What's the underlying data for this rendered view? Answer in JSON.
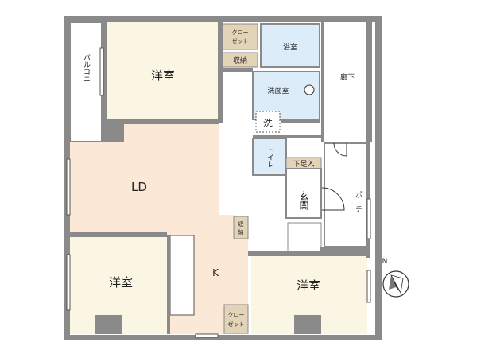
{
  "rooms": {
    "bedroom_top": "洋室",
    "bedroom_left": "洋室",
    "bedroom_right": "洋室",
    "ld": "LD",
    "kitchen": "K",
    "bathroom": "浴室",
    "washroom": "洗面室",
    "washer": "洗",
    "toilet": "トイレ",
    "shoe_closet": "下足入",
    "entrance": "玄関",
    "porch": "ポーチ",
    "corridor": "廊下",
    "balcony": "バルコニー"
  },
  "storage": {
    "closet_top_1": "クロー",
    "closet_top_2": "ゼット",
    "storage_top": "収納",
    "storage_kitchen_1": "収",
    "storage_kitchen_2": "納",
    "closet_bottom_1": "クロー",
    "closet_bottom_2": "ゼット"
  },
  "compass": {
    "north": "N"
  },
  "colors": {
    "wall": "#8a8a8a",
    "wall_dark": "#6f6f6f",
    "bedroom": "#fbf6e3",
    "ld_floor": "#fbe8d6",
    "bath": "#dcecf8",
    "closet": "#e3d3b7",
    "white": "#ffffff",
    "line": "#3a3a3a"
  }
}
